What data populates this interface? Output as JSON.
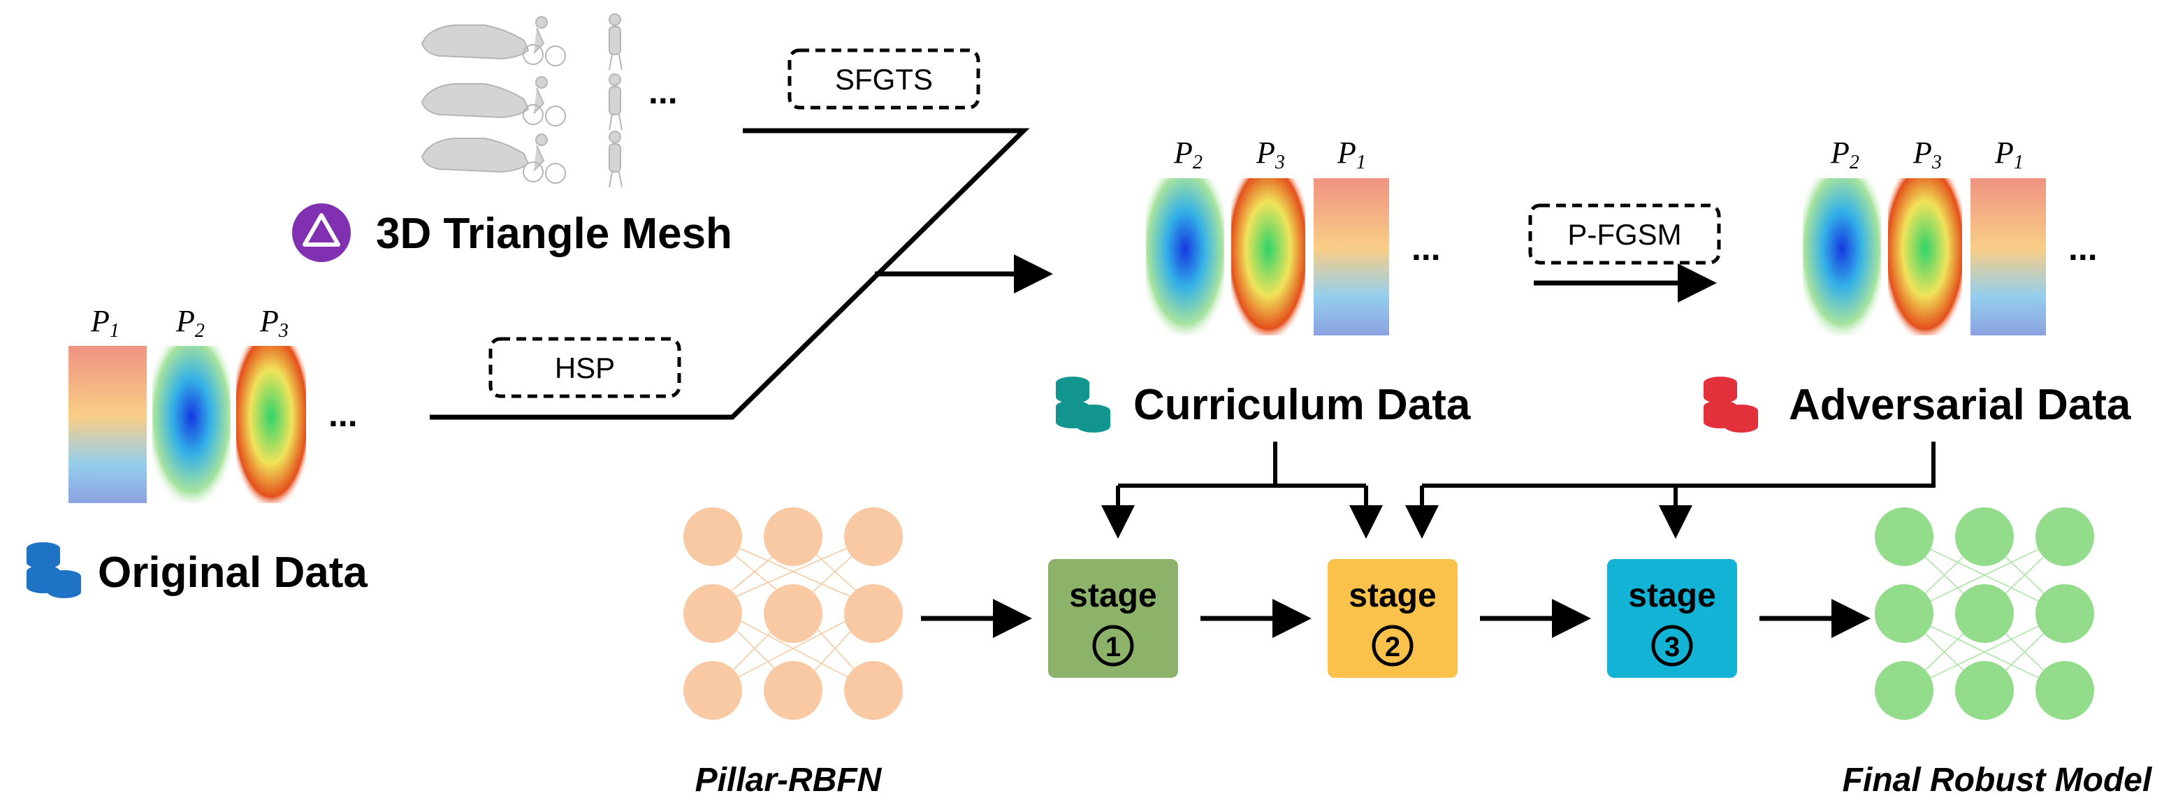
{
  "labels": {
    "mesh": "3D Triangle Mesh",
    "original": "Original Data",
    "curriculum": "Curriculum Data",
    "adversarial": "Adversarial Data",
    "sfgts": "SFGTS",
    "hsp": "HSP",
    "pfgsm": "P-FGSM",
    "pillar": "Pillar-RBFN",
    "final": "Final Robust Model",
    "ellipsis": "..."
  },
  "stages": [
    {
      "label": "stage",
      "num": "1",
      "color": "#8db36b"
    },
    {
      "label": "stage",
      "num": "2",
      "color": "#fac24a"
    },
    {
      "label": "stage",
      "num": "3",
      "color": "#13b3d5"
    }
  ],
  "point_cloud_labels": {
    "original": [
      {
        "p": "P",
        "sub": "1"
      },
      {
        "p": "P",
        "sub": "2"
      },
      {
        "p": "P",
        "sub": "3"
      }
    ],
    "curriculum": [
      {
        "p": "P",
        "sub": "2"
      },
      {
        "p": "P",
        "sub": "3"
      },
      {
        "p": "P",
        "sub": "1"
      }
    ],
    "adversarial": [
      {
        "p": "P",
        "sub": "2"
      },
      {
        "p": "P",
        "sub": "3"
      },
      {
        "p": "P",
        "sub": "1"
      }
    ]
  },
  "colors": {
    "original_db": "#1e73c4",
    "curriculum_db": "#13958f",
    "adversarial_db": "#e3313c",
    "mesh_icon": "#8030b0",
    "input_net": "#f8c9a3",
    "output_net": "#93dc8c"
  },
  "icons": {
    "mesh": "triangle-icon",
    "database": "database-icon"
  }
}
